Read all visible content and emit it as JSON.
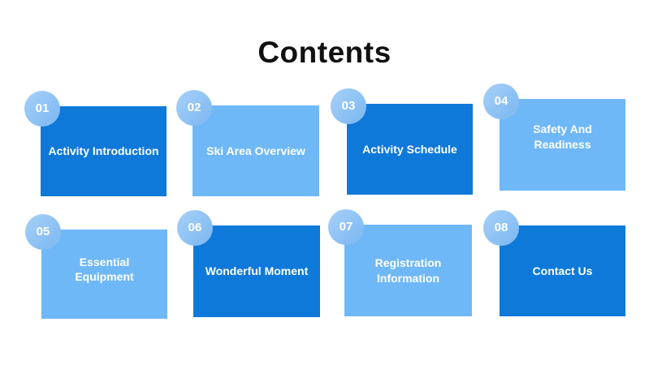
{
  "page": {
    "title": "Contents"
  },
  "colors": {
    "dark_card": "#0e79d9",
    "light_card": "#6fb8f7",
    "badge_top": "#a7d1f9",
    "badge_bottom": "#85bdf3",
    "card_text": "#ffffff",
    "title_text": "#111111",
    "background": "#ffffff"
  },
  "cards": [
    {
      "number": "01",
      "label": "Activity Introduction",
      "variant": "dark"
    },
    {
      "number": "02",
      "label": "Ski Area Overview",
      "variant": "light"
    },
    {
      "number": "03",
      "label": "Activity Schedule",
      "variant": "dark"
    },
    {
      "number": "04",
      "label": "Safety And Readiness",
      "variant": "light"
    },
    {
      "number": "05",
      "label": "Essential Equipment",
      "variant": "light"
    },
    {
      "number": "06",
      "label": "Wonderful Moment",
      "variant": "dark"
    },
    {
      "number": "07",
      "label": "Registration Information",
      "variant": "light"
    },
    {
      "number": "08",
      "label": "Contact Us",
      "variant": "dark"
    }
  ]
}
